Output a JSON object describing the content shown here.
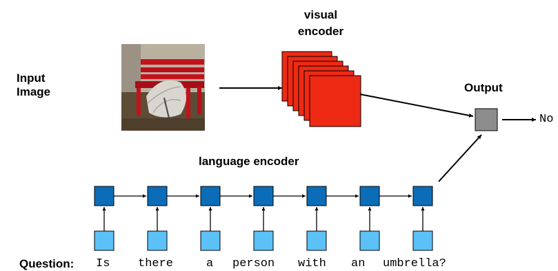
{
  "labels": {
    "input_image_line1": "Input",
    "input_image_line2": "Image",
    "visual_encoder_line1": "visual",
    "visual_encoder_line2": "encoder",
    "output": "Output",
    "answer": "No",
    "language_encoder": "language encoder",
    "question_label": "Question:"
  },
  "question_words": [
    "Is",
    "there",
    "a",
    "person",
    "with",
    "an",
    "umbrella?"
  ],
  "colors": {
    "encoder_red": "#ee2a14",
    "rnn_dark_blue": "#0b6db8",
    "input_light_blue": "#5bc1f7",
    "output_gray": "#8c8c8c"
  }
}
